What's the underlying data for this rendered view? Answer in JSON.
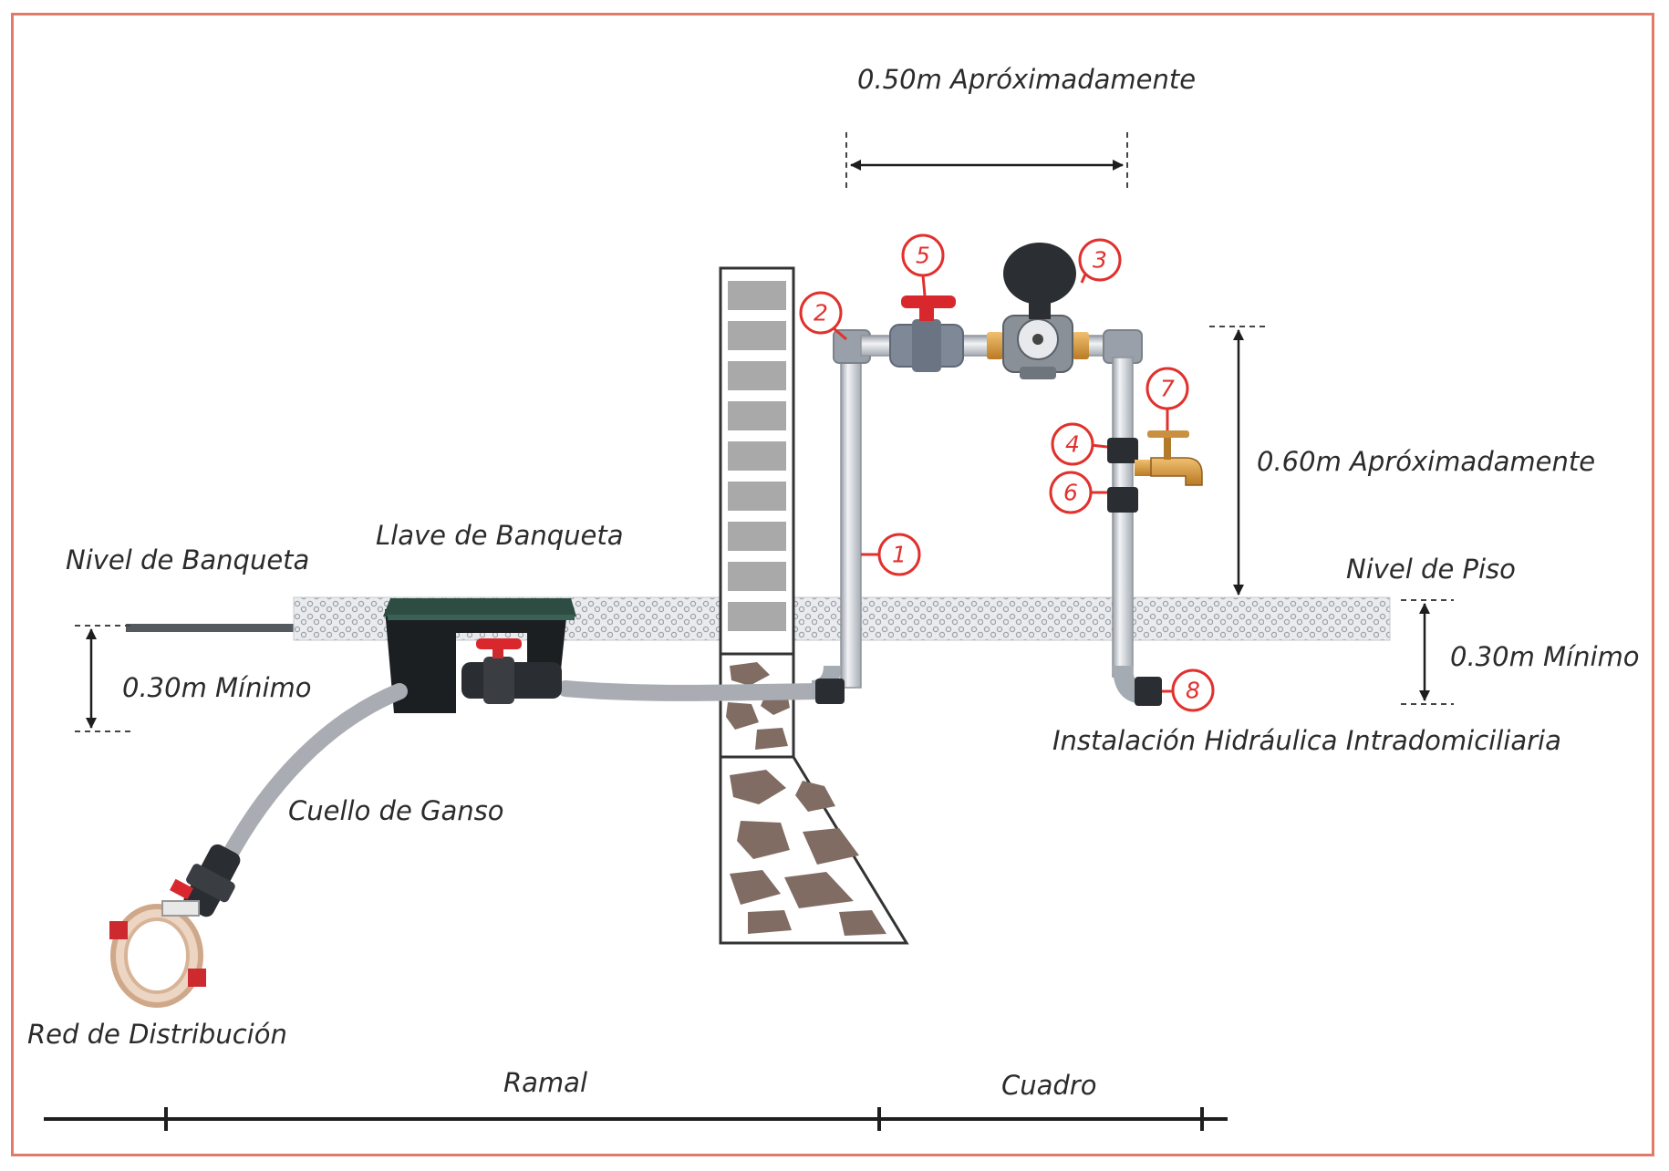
{
  "labels": {
    "dist_top": "0.50m Apróximadamente",
    "dist_right": "0.60m Apróximadamente",
    "min_left": "0.30m Mínimo",
    "min_right": "0.30m Mínimo",
    "nivel_banqueta": "Nivel de Banqueta",
    "nivel_piso": "Nivel de Piso",
    "llave_banqueta": "Llave de Banqueta",
    "cuello_ganso": "Cuello de Ganso",
    "red_distribucion": "Red de Distribución",
    "instalacion": "Instalación Hidráulica Intradomiciliaria",
    "ramal": "Ramal",
    "cuadro": "Cuadro"
  },
  "callouts": [
    "1",
    "2",
    "3",
    "4",
    "5",
    "6",
    "7",
    "8"
  ],
  "colors": {
    "frame": "#e27a6a",
    "callout": "#e0312d",
    "pipe": "#b8bcc4",
    "hose": "#a9adb3",
    "brick": "#a9a9a9",
    "stone": "#806c63",
    "valve_handle": "#d8282e",
    "box_lid": "#2e4d42"
  }
}
